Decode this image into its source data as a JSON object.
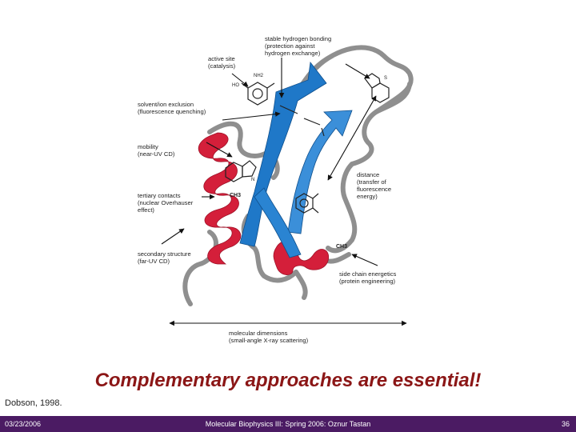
{
  "figure": {
    "labels": {
      "hbond": [
        "stable hydrogen bonding",
        "(protection against",
        "hydrogen exchange)"
      ],
      "active_site": [
        "active site",
        "(catalysis)"
      ],
      "solvent": [
        "solvent/ion exclusion",
        "(fluorescence quenching)"
      ],
      "mobility": [
        "mobility",
        "(near-UV CD)"
      ],
      "tertiary": [
        "tertiary contacts",
        "(nuclear Overhauser",
        "effect)"
      ],
      "secondary": [
        "secondary structure",
        "(far-UV CD)"
      ],
      "distance": [
        "distance",
        "(transfer of",
        "fluorescence",
        "energy)"
      ],
      "sidechain": [
        "side chain energetics",
        "(protein engineering)"
      ],
      "dimensions": [
        "molecular dimensions",
        "(small-angle X-ray scattering)"
      ]
    },
    "chem_labels": {
      "nh2": "NH2",
      "ho": "HO",
      "ch3_a": "CH3",
      "ch3_b": "CH3",
      "s": "S",
      "n": "N"
    },
    "colors": {
      "helix": "#d41f3a",
      "strand": "#1f78c8",
      "coil": "#8f8f8f",
      "arrow": "#111111"
    }
  },
  "headline": "Complementary approaches are essential!",
  "citation": "Dobson, 1998.",
  "footer": {
    "date": "03/23/2006",
    "course": "Molecular Biophysics III: Spring 2006: Oznur Tastan",
    "page": "36"
  }
}
